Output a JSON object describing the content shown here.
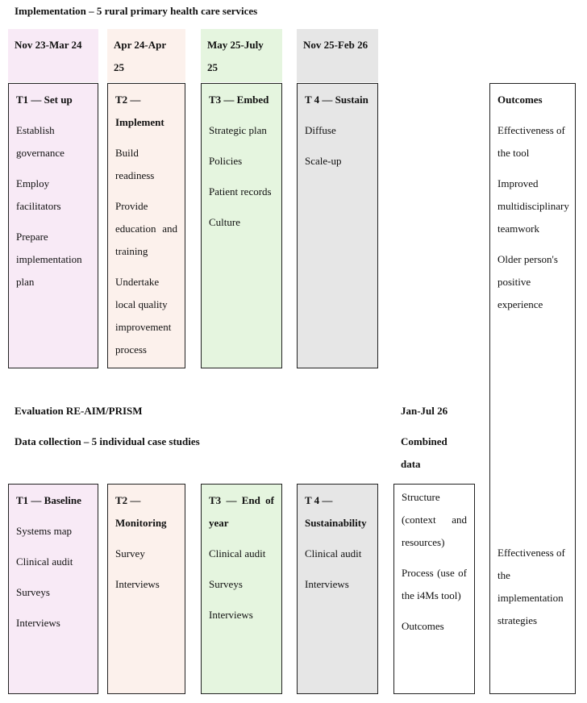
{
  "implementation": {
    "heading": "Implementation – 5 rural primary health care services",
    "dates": [
      "Nov 23-Mar 24",
      "Apr 24-Apr 25",
      "May 25-July 25",
      "Nov 25-Feb 26"
    ],
    "phases": [
      {
        "title": "T1 — Set up",
        "items": [
          "Establish governance",
          "Employ facilitators",
          "Prepare implementation plan"
        ]
      },
      {
        "title": "T2 — Implement",
        "items": [
          "Build readiness",
          "Provide education and training",
          "Undertake local quality improvement process"
        ]
      },
      {
        "title": "T3 — Embed",
        "items": [
          "Strategic plan",
          "Policies",
          "Patient records",
          "Culture"
        ]
      },
      {
        "title": "T 4 — Sustain",
        "items": [
          "Diffuse",
          "Scale-up"
        ]
      }
    ]
  },
  "outcomes": {
    "title": "Outcomes",
    "top_items": [
      "Effectiveness of the tool",
      "Improved multidisciplinary teamwork",
      "Older person's positive experience"
    ],
    "bottom_items": [
      "Effectiveness of the implementation strategies"
    ]
  },
  "evaluation": {
    "heading": "Evaluation RE-AIM/PRISM",
    "subheading": "Data collection – 5 individual case studies",
    "combined_date": "Jan-Jul 26",
    "combined_heading": "Combined data",
    "phases": [
      {
        "title": "T1 — Baseline",
        "items": [
          "Systems map",
          "Clinical audit",
          "Surveys",
          "Interviews"
        ]
      },
      {
        "title": "T2 — Monitoring",
        "items": [
          "Survey",
          "Interviews"
        ]
      },
      {
        "title": "T3 — End of year",
        "items": [
          "Clinical audit",
          "Surveys",
          "Interviews"
        ]
      },
      {
        "title": "T 4 — Sustainability",
        "items": [
          "Clinical audit",
          "Interviews"
        ]
      }
    ],
    "combined": {
      "items": [
        "Structure (context and resources)",
        "Process (use of the i4Ms tool)",
        "Outcomes"
      ]
    }
  },
  "colors": {
    "pink": "#f8eaf6",
    "peach": "#fcf1ec",
    "green": "#e5f5df",
    "grey": "#e6e6e6"
  }
}
